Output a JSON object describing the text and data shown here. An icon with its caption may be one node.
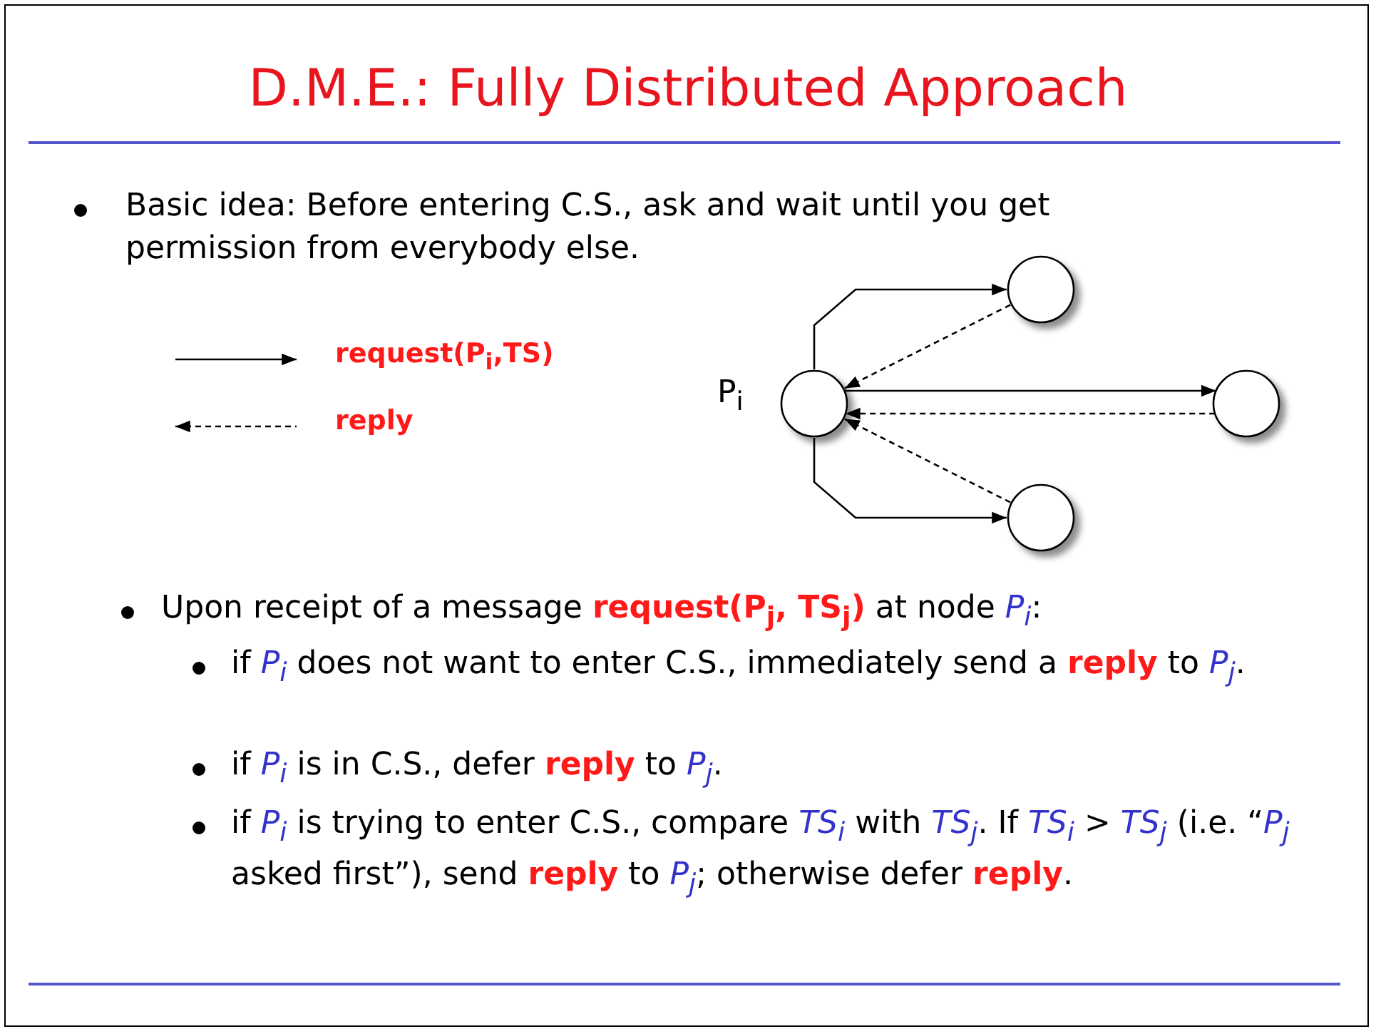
{
  "diagram": {
    "title": "D.M.E.: Fully Distributed Approach",
    "nodes": [
      {
        "text": [],
        "shape": "circle",
        "beside": [
          "P$_{i}$"
        ]
      },
      {
        "text": [],
        "shape": "circle"
      },
      {
        "text": [],
        "shape": "circle"
      },
      {
        "text": [],
        "shape": "circle"
      }
    ],
    "edges": [
      {
        "from": 0,
        "to": 1,
        "arrow": "to"
      },
      {
        "from": 1,
        "to": 0,
        "arrow": "to",
        "style": "dashed"
      },
      {
        "from": 0,
        "to": 2,
        "arrow": "to"
      },
      {
        "from": 2,
        "to": 0,
        "arrow": "to",
        "style": "dashed"
      },
      {
        "from": 3,
        "to": 0,
        "arrow": "to",
        "style": "dashed"
      },
      {
        "from": 0,
        "to": 3,
        "arrow": "to"
      }
    ],
    "labels": [
      "Basic idea: Before entering C.S., ask and wait until you get permission from everybody else.",
      "Upon receipt of a message **request(P$_{j}$, TS$_{j}$)** at node *P$_{i}$*:",
      "if *P$_{i}$* does not want to enter C.S., immediately send a **reply** to *P$_{j}$*.",
      "if *P$_{i}$* is in C.S., defer **reply** to *P$_{j}$*.",
      "if *P$_{i}$* is trying to enter C.S., compare *TS$_{i}$* with *TS$_{j}$*. If *TS$_{i}$* > *TS$_{j}$* (i.e. “*P$_{j}$* asked first”), send **reply** to *P$_{j}$*; otherwise defer **reply**."
    ],
    "legend": [
      {
        "text": "request(P$_{i}$,TS)"
      },
      {
        "text": "reply"
      }
    ]
  }
}
